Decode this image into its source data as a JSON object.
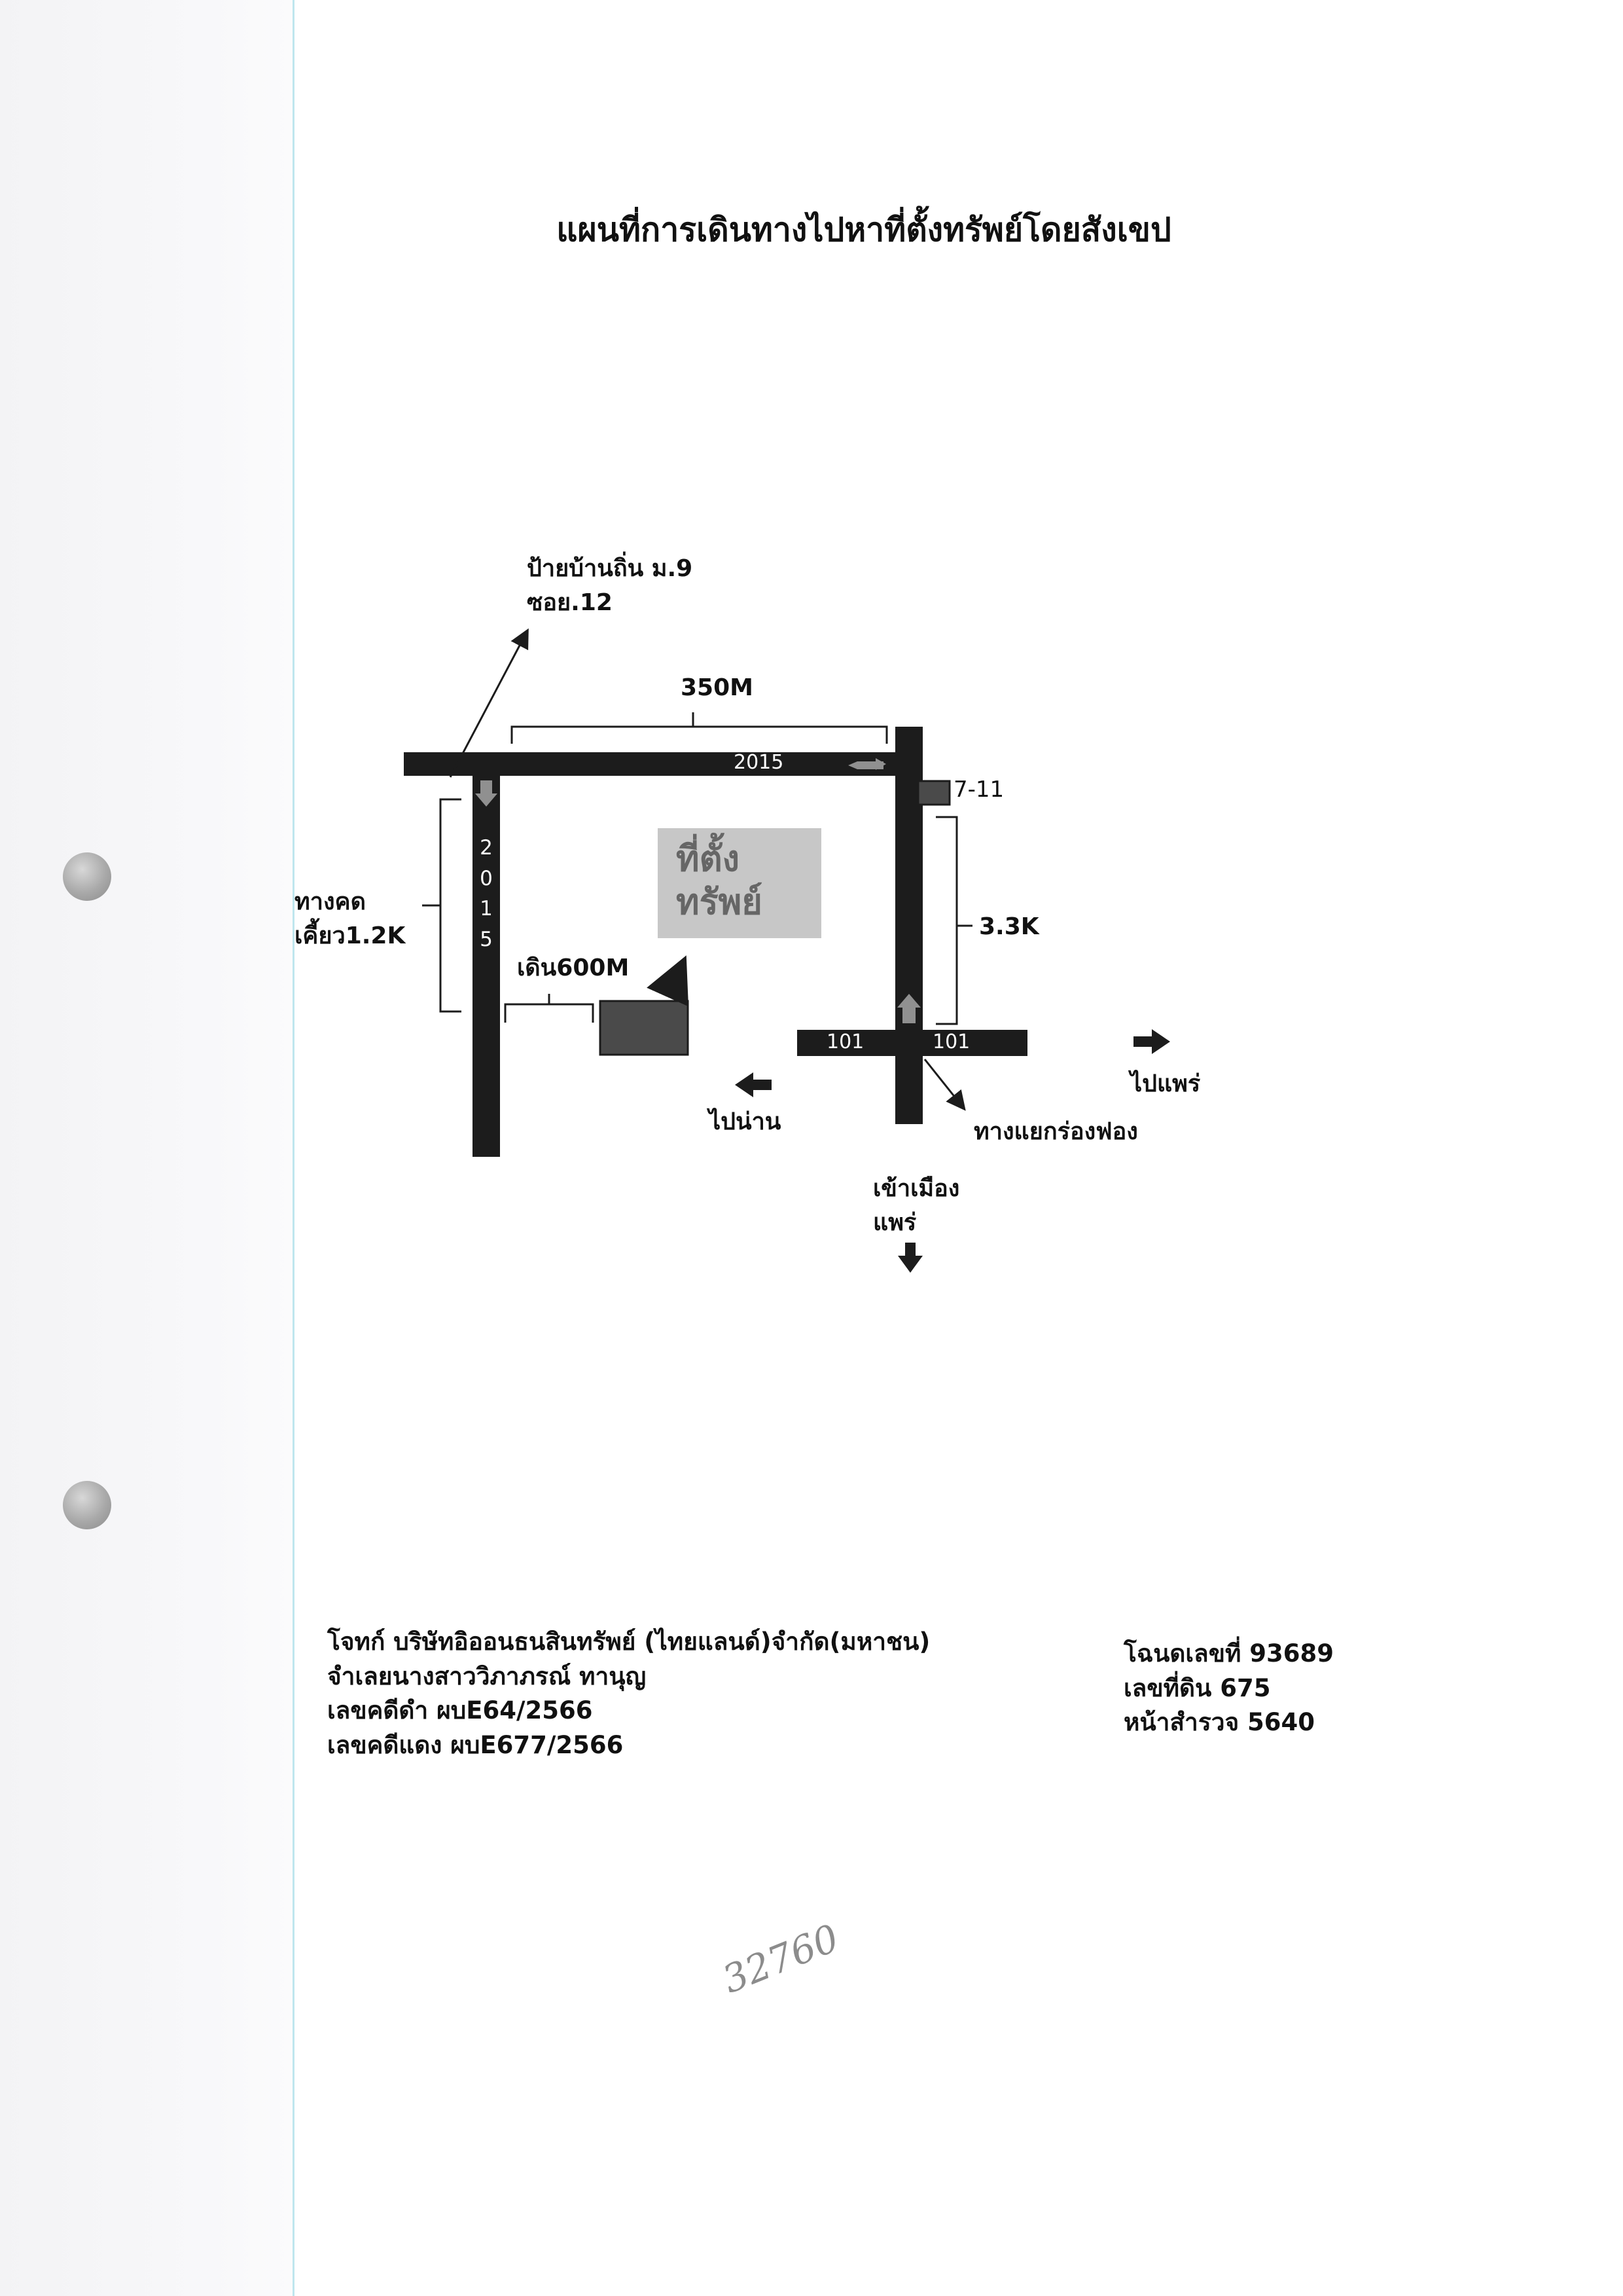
{
  "title": "แผนที่การเดินทางไปหาที่ตั้งทรัพย์โดยสังเขป",
  "colors": {
    "road": "#1c1c1c",
    "property_box": "#c7c7c7",
    "property_text": "#666666",
    "landmark_box": "#4a4a4a",
    "direction_arrow": "#909090",
    "margin_line": "#bfe6ee"
  },
  "map": {
    "roads": {
      "road_2015_horizontal": "2015",
      "road_2015_vertical": "2015",
      "road_101_left": "101",
      "road_101_right": "101"
    },
    "labels": {
      "village_sign_line1": "ป้ายบ้านถิ่น ม.9",
      "village_sign_line2": "ซอย.12",
      "distance_350m": "350M",
      "seven_eleven": "7-11",
      "winding_road_line1": "ทางคด",
      "winding_road_line2": "เคี้ยว1.2K",
      "walk_600m": "เดิน600M",
      "distance_3_3k": "3.3K",
      "property_line1": "ที่ตั้ง",
      "property_line2": "ทรัพย์",
      "to_phrae": "ไปแพร่",
      "to_nan": "ไปน่าน",
      "rong_fong_junction": "ทางแยกร่องฟอง",
      "into_city_line1": "เข้าเมือง",
      "into_city_line2": "แพร่"
    },
    "icons": {
      "direction": "block-arrow-icon",
      "pointer": "pointer-arrow-icon",
      "bracket": "distance-bracket-icon"
    }
  },
  "footer": {
    "left": {
      "plaintiff": "โจทก์ บริษัทอิออนธนสินทรัพย์ (ไทยแลนด์)จำกัด(มหาชน)",
      "defendant": "จำเลยนางสาววิภาภรณ์ ทานุญ",
      "black_case": "เลขคดีดำ ผบE64/2566",
      "red_case": "เลขคดีแดง ผบE677/2566"
    },
    "right": {
      "deed_no": "โฉนดเลขที่ 93689",
      "land_no": "เลขที่ดิน 675",
      "survey_page": "หน้าสำรวจ 5640"
    }
  },
  "handwritten_note": "32760"
}
